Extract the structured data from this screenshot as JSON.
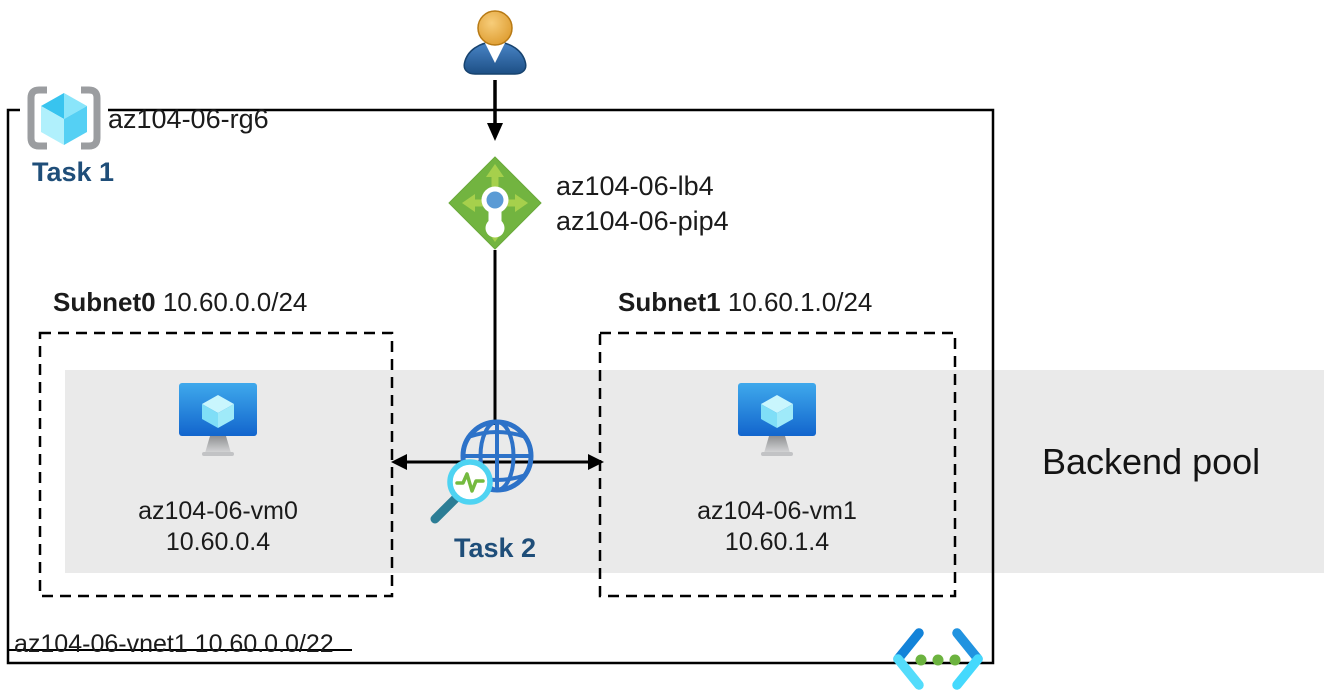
{
  "resource_group": {
    "name": "az104-06-rg6",
    "task": "Task 1"
  },
  "load_balancer": {
    "name": "az104-06-lb4",
    "public_ip": "az104-06-pip4"
  },
  "subnets": [
    {
      "name": "Subnet0",
      "cidr": "10.60.0.0/24",
      "vm_name": "az104-06-vm0",
      "vm_ip": "10.60.0.4"
    },
    {
      "name": "Subnet1",
      "cidr": "10.60.1.0/24",
      "vm_name": "az104-06-vm1",
      "vm_ip": "10.60.1.4"
    }
  ],
  "network_watcher": {
    "task": "Task 2"
  },
  "backend_pool": {
    "label": "Backend pool"
  },
  "vnet": {
    "label": "az104-06-vnet1 10.60.0.0/22"
  },
  "icons": {
    "resource_group": "resource-group-brackets-cube-icon",
    "user": "user-person-icon",
    "load_balancer": "load-balancer-green-diamond-icon",
    "virtual_machine": "vm-monitor-cube-icon",
    "network_watcher": "globe-with-magnifier-pulse-icon",
    "virtual_network": "vnet-chevrons-dots-icon"
  },
  "colors": {
    "task_label_blue": "#1f4e79",
    "backend_band_gray": "#eaeaea",
    "outline_black": "#000000",
    "lb_green": "#72b440",
    "lb_arrow_green": "#a6d04c",
    "lb_dot_blue": "#5b9bd5",
    "globe_blue": "#2d72c8",
    "magnifier_cyan": "#4ed3f2",
    "pulse_green": "#74ba3f",
    "vm_screen_blue": "#1265cd",
    "cube_cyan": "#55d0f4",
    "rg_bracket_gray": "#9b9da0",
    "user_head_orange": "#d78f1c",
    "user_body_blue": "#1d4f85",
    "vnet_chevron_blue": "#1383d9",
    "vnet_chevron_cyan": "#53dcfb",
    "vnet_dot_green": "#6cb33f"
  }
}
